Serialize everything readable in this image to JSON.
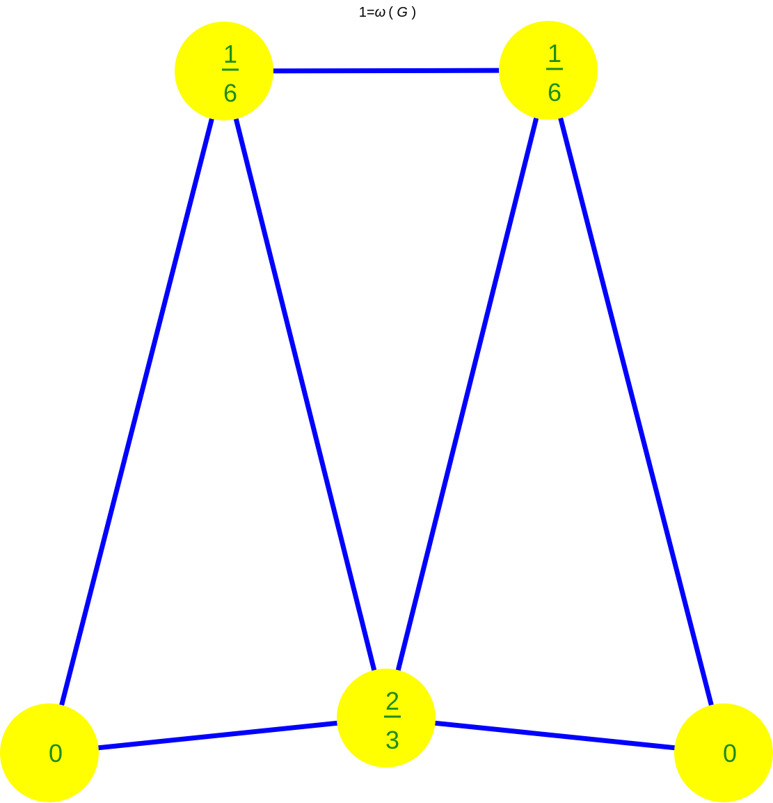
{
  "title": {
    "parts": [
      "1=",
      "ω",
      "( ",
      "G",
      " )"
    ]
  },
  "colors": {
    "edge": "#0000ff",
    "node_fill": "#ffff00",
    "label": "#1e8c1e",
    "background": "#ffffff"
  },
  "nodes": [
    {
      "id": "top-left",
      "label_type": "fraction",
      "numerator": "1",
      "denominator": "6"
    },
    {
      "id": "top-right",
      "label_type": "fraction",
      "numerator": "1",
      "denominator": "6"
    },
    {
      "id": "bottom-left",
      "label_type": "number",
      "value": "0"
    },
    {
      "id": "bottom-center",
      "label_type": "fraction",
      "numerator": "2",
      "denominator": "3"
    },
    {
      "id": "bottom-right",
      "label_type": "number",
      "value": "0"
    }
  ],
  "edges": [
    {
      "from": "top-left",
      "to": "top-right"
    },
    {
      "from": "top-left",
      "to": "bottom-left"
    },
    {
      "from": "top-left",
      "to": "bottom-center"
    },
    {
      "from": "top-right",
      "to": "bottom-center"
    },
    {
      "from": "top-right",
      "to": "bottom-right"
    },
    {
      "from": "bottom-left",
      "to": "bottom-center"
    },
    {
      "from": "bottom-center",
      "to": "bottom-right"
    }
  ]
}
